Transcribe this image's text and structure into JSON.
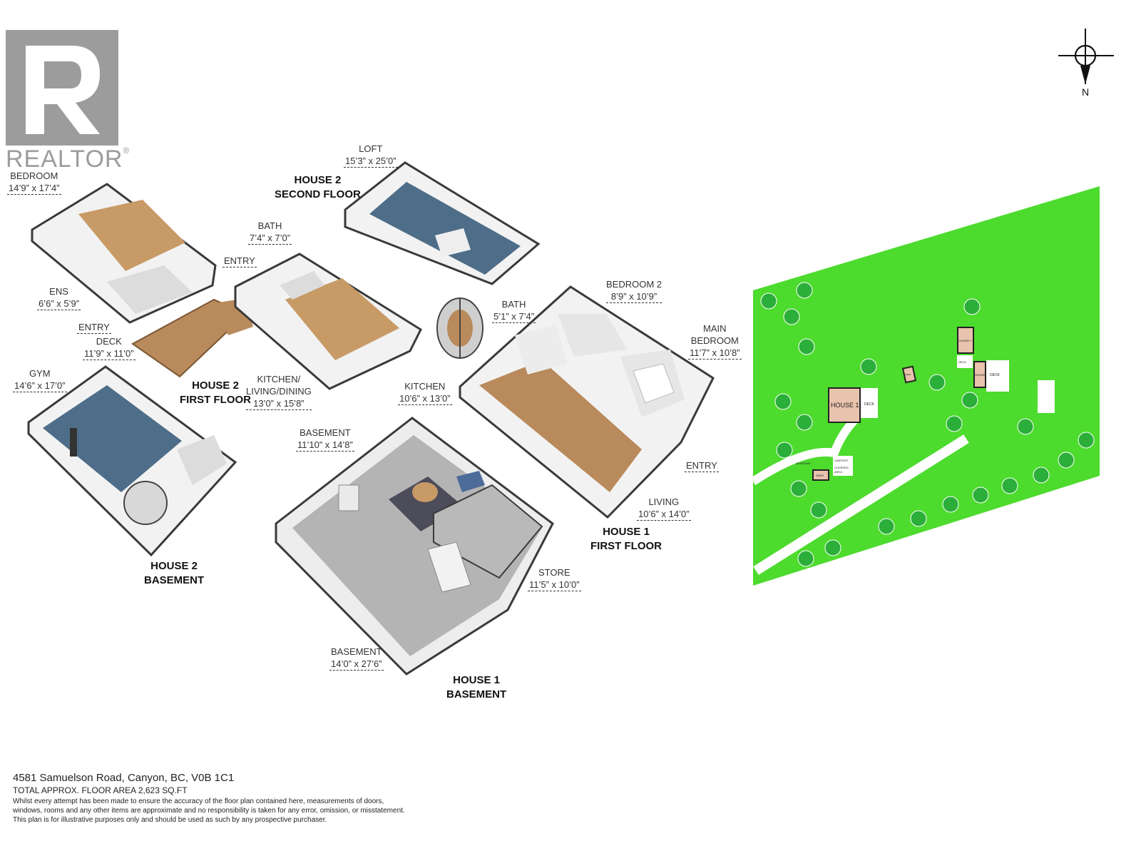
{
  "logo": {
    "text": "REALTOR",
    "mark": "®",
    "letter": "R"
  },
  "compass": {
    "label": "N"
  },
  "floors": {
    "house2_second": {
      "line1": "HOUSE 2",
      "line2": "SECOND FLOOR"
    },
    "house2_first": {
      "line1": "HOUSE 2",
      "line2": "FIRST FLOOR"
    },
    "house2_basement": {
      "line1": "HOUSE 2",
      "line2": "BASEMENT"
    },
    "house1_first": {
      "line1": "HOUSE 1",
      "line2": "FIRST FLOOR"
    },
    "house1_basement": {
      "line1": "HOUSE 1",
      "line2": "BASEMENT"
    }
  },
  "rooms": {
    "h2_bedroom": {
      "name": "BEDROOM",
      "dim": "14’9” x 17’4”"
    },
    "h2_ens": {
      "name": "ENS",
      "dim": "6’6” x 5’9”"
    },
    "h2_entry": {
      "name": "ENTRY"
    },
    "h2_deck": {
      "name": "DECK",
      "dim": "11’9” x 11’0”"
    },
    "h2_entry2": {
      "name": "ENTRY"
    },
    "h2_bath": {
      "name": "BATH",
      "dim": "7’4” x 7’0”"
    },
    "h2_kitchen": {
      "name": "KITCHEN/",
      "name2": "LIVING/DINING",
      "dim": "13’0” x 15’8”"
    },
    "h2_loft": {
      "name": "LOFT",
      "dim": "15’3” x 25’0”"
    },
    "h2_gym": {
      "name": "GYM",
      "dim": "14’6” x 17’0”"
    },
    "h1_bath": {
      "name": "BATH",
      "dim": "5’1” x 7’4”"
    },
    "h1_bedroom2": {
      "name": "BEDROOM 2",
      "dim": "8’9” x 10’9”"
    },
    "h1_main_bedroom": {
      "name": "MAIN",
      "name2": "BEDROOM",
      "dim": "11’7” x 10’8”"
    },
    "h1_kitchen": {
      "name": "KITCHEN",
      "dim": "10’6” x 13’0”"
    },
    "h1_entry": {
      "name": "ENTRY"
    },
    "h1_living": {
      "name": "LIVING",
      "dim": "10’6” x 14’0”"
    },
    "h1_basement_a": {
      "name": "BASEMENT",
      "dim": "11’10” x 14’8”"
    },
    "h1_store": {
      "name": "STORE",
      "dim": "11’5” x 10’0”"
    },
    "h1_basement_b": {
      "name": "BASEMENT",
      "dim": "14’0” x 27’6”"
    }
  },
  "site_plan": {
    "house1": "HOUSE 1",
    "house1_deck": "DECK",
    "house2_a": "HOUSE 2",
    "house2_b": "HOUSE 2",
    "deck_a": "DECK",
    "deck_b": "DECK",
    "shed_a": "SHED",
    "shed_b": "SHED",
    "driveway": "DRIVEWAY",
    "carport": "CARPORT",
    "covered": "COVERED",
    "area": "AREA",
    "colors": {
      "grass": "#4ddb2e",
      "tree": "#2cae3a",
      "house": "#e9c3ad"
    }
  },
  "footer": {
    "address": "4581 Samuelson Road, Canyon, BC, V0B 1C1",
    "area": "TOTAL APPROX. FLOOR AREA 2,623 SQ.FT",
    "disclaimer1": "Whilst every attempt has been made to ensure the accuracy of the floor plan contained here, measurements of doors,",
    "disclaimer2": "windows, rooms and any other items are approximate and no responsibility is taken for any error, omission, or misstatement.",
    "disclaimer3": "This plan is for illustrative purposes only and should be used as such by any prospective purchaser."
  }
}
